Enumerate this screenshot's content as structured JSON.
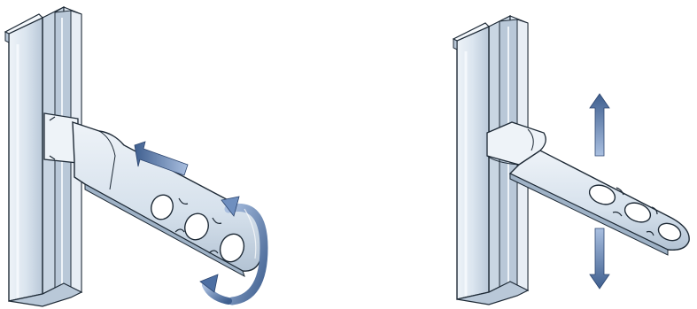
{
  "illustrations": [
    {
      "id": "left",
      "steps": [
        "push-strap-in",
        "rotate-strap"
      ]
    },
    {
      "id": "right",
      "steps": [
        "strap-locked",
        "vertical-movement"
      ]
    }
  ],
  "colors": {
    "channel_fill": "#dbe5ef",
    "channel_shade": "#b9c8d8",
    "channel_highlight": "#f4f8fc",
    "outline": "#1e2a36",
    "strap_fill": "#d6e1ec",
    "strap_shade": "#b3c3d4",
    "strap_highlight": "#eef3f8",
    "arrow_dark": "#3f5f8f",
    "arrow_light": "#a9bfe0"
  },
  "icons": {
    "push_arrow": "arrow-left-icon",
    "rotate_arrow": "rotate-arrow-icon",
    "up_arrow": "arrow-up-icon",
    "down_arrow": "arrow-down-icon"
  }
}
